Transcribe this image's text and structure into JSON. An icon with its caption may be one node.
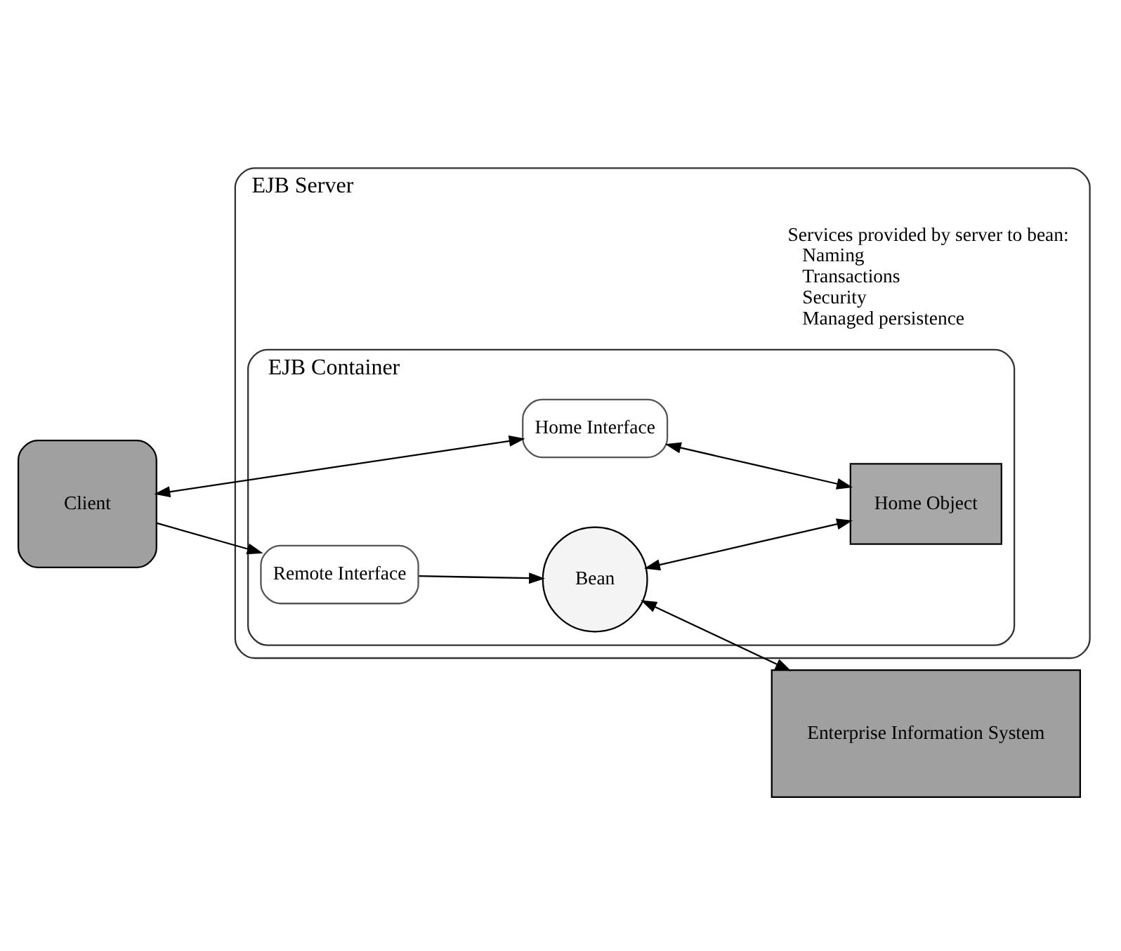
{
  "diagram": {
    "nodes": [
      {
        "text": [
          "EJB Server"
        ]
      },
      {
        "text": [
          "EJB Container"
        ],
        "in": 0
      },
      {
        "text": [
          "Home Interface"
        ],
        "in": 1
      },
      {
        "text": [
          "Home Object"
        ],
        "in": 1
      },
      {
        "text": [
          "Client"
        ]
      },
      {
        "text": [
          "Bean"
        ],
        "in": 1
      },
      {
        "text": [
          "Enterprise Information System"
        ]
      },
      {
        "text": [
          "Remote Interface"
        ],
        "in": 1
      }
    ],
    "edges": [
      {
        "from": 4,
        "to": 2,
        "arrow": "both"
      },
      {
        "from": 2,
        "to": 3,
        "arrow": "both"
      },
      {
        "from": 5,
        "to": 3,
        "arrow": "both"
      },
      {
        "from": 4,
        "to": 7,
        "arrow": "to"
      },
      {
        "from": 7,
        "to": 5,
        "arrow": "to"
      },
      {
        "from": 5,
        "to": 6,
        "arrow": "both"
      }
    ],
    "labels": [
      "Services provided by server to bean:",
      "Naming",
      "Transactions",
      "Security",
      "Managed persistence"
    ]
  }
}
